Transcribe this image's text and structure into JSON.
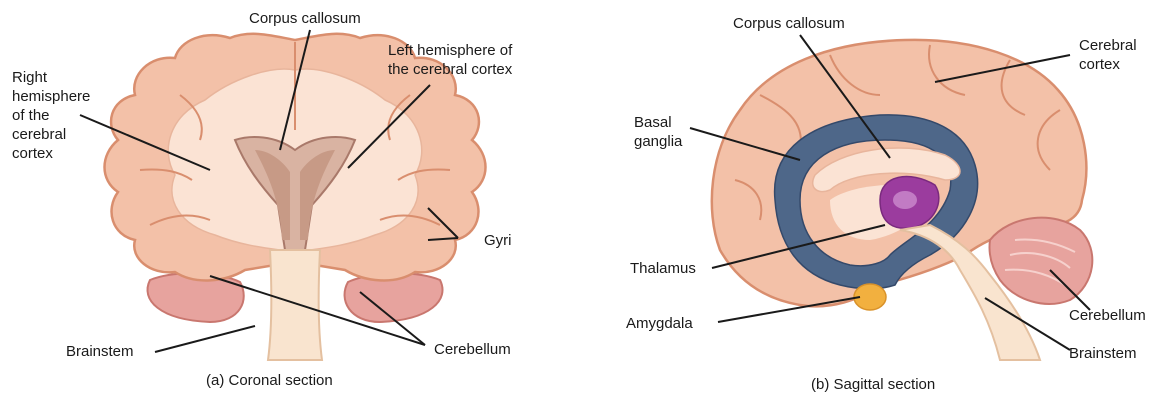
{
  "coronal": {
    "caption": "(a) Coronal section",
    "labels": {
      "corpus_callosum": "Corpus callosum",
      "left_hemisphere": "Left hemisphere of\nthe cerebral cortex",
      "right_hemisphere": "Right\nhemisphere\nof the\ncerebral\ncortex",
      "gyri": "Gyri",
      "brainstem": "Brainstem",
      "cerebellum": "Cerebellum"
    }
  },
  "sagittal": {
    "caption": "(b) Sagittal section",
    "labels": {
      "corpus_callosum": "Corpus callosum",
      "cerebral_cortex": "Cerebral\ncortex",
      "basal_ganglia": "Basal\nganglia",
      "thalamus": "Thalamus",
      "amygdala": "Amygdala",
      "cerebellum": "Cerebellum",
      "brainstem": "Brainstem"
    }
  },
  "colors": {
    "cortex": "#f3c1a8",
    "cortex_outline": "#d98e6e",
    "white_matter": "#fbe3d4",
    "ventricle": "#c79a86",
    "basal_ganglia": "#4e6789",
    "thalamus": "#9b3c9e",
    "amygdala": "#f2b03f",
    "brainstem": "#f9e4cf",
    "cerebellum": "#e7a39e"
  }
}
